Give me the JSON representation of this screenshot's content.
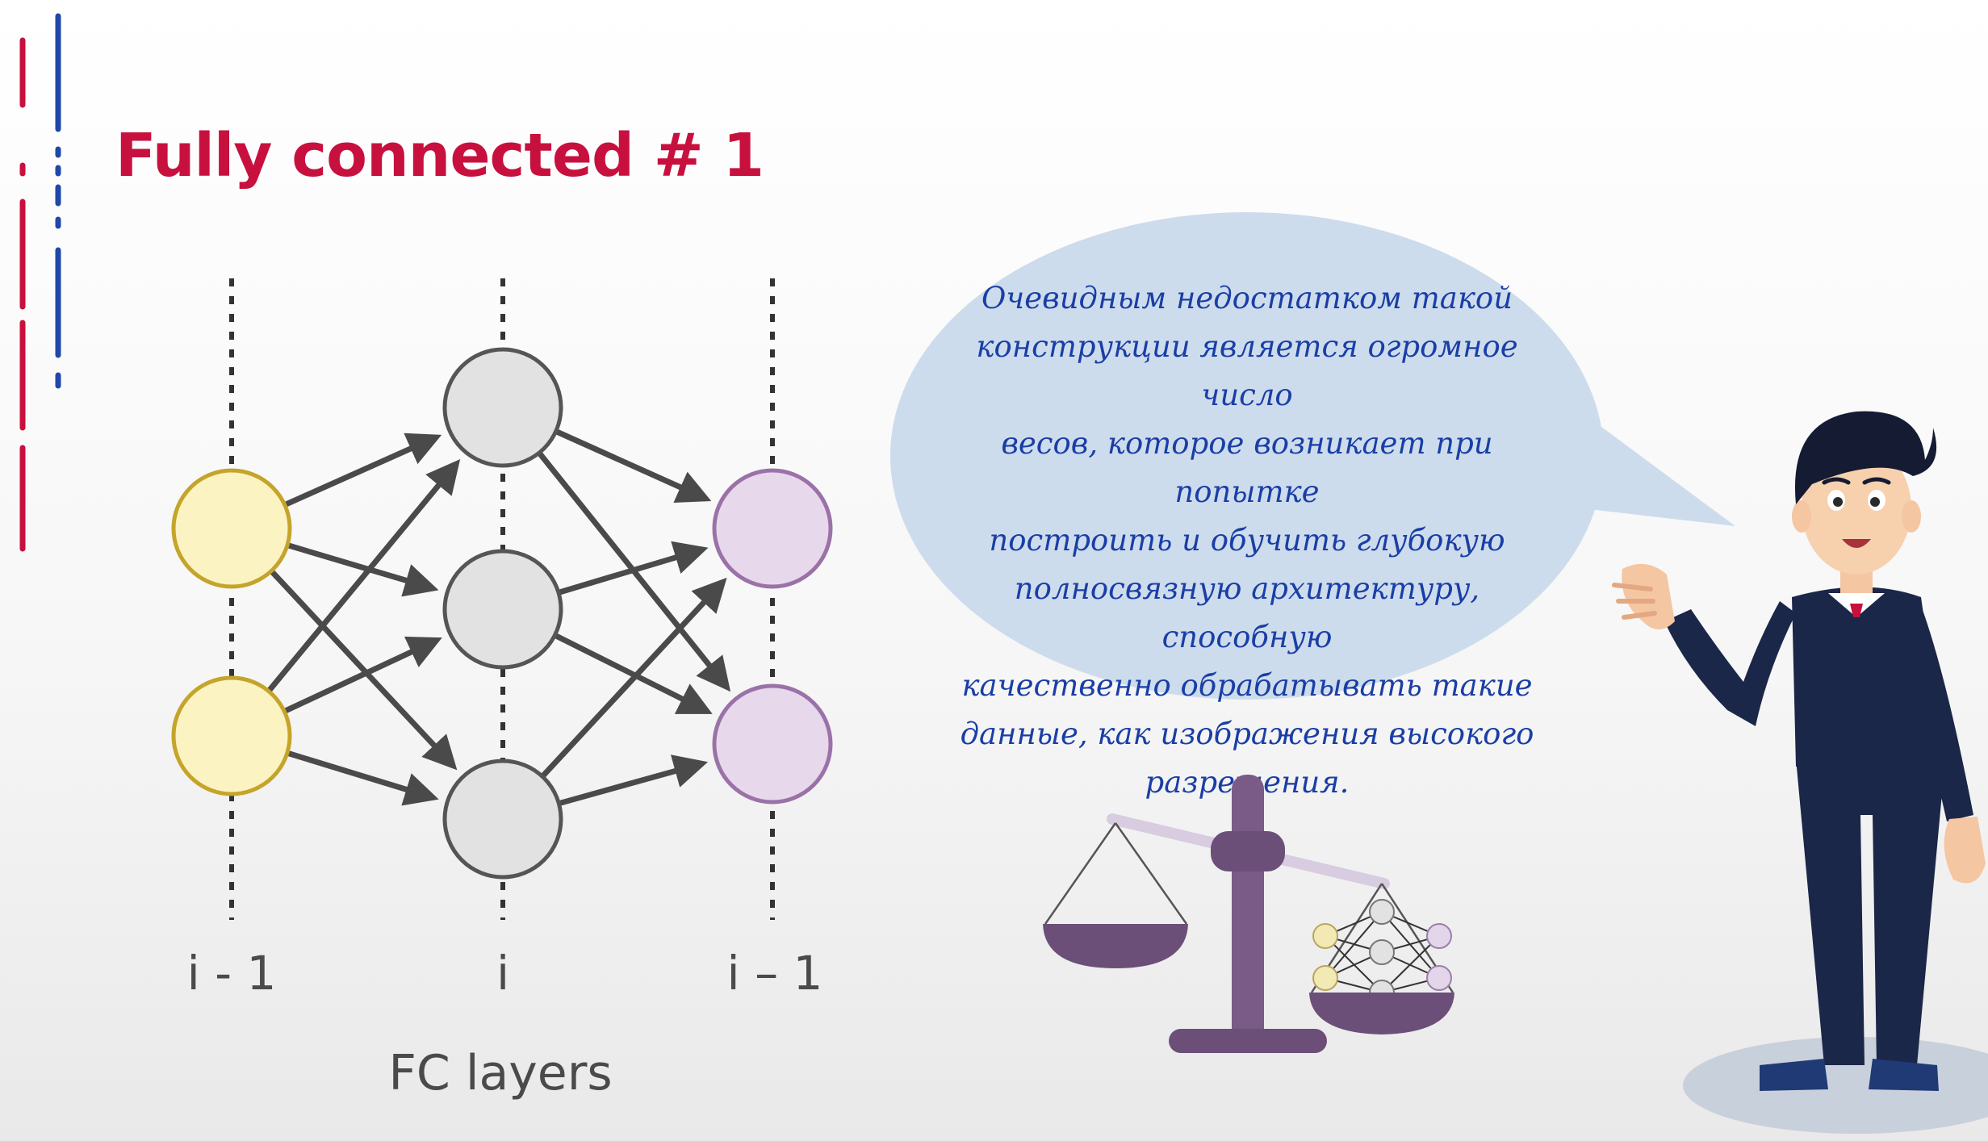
{
  "slide": {
    "title": "Fully connected # 1",
    "accent_color": "#c8103e",
    "secondary_color": "#1f48a8"
  },
  "diagram": {
    "column_labels": [
      "i - 1",
      "i",
      "i – 1"
    ],
    "caption": "FC layers",
    "layers": [
      {
        "nodes": 2,
        "fill": "#fbf3c2",
        "stroke": "#c4a42a"
      },
      {
        "nodes": 3,
        "fill": "#e2e2e2",
        "stroke": "#555555"
      },
      {
        "nodes": 2,
        "fill": "#e8d8ec",
        "stroke": "#9a72a8"
      }
    ],
    "edge_color": "#4a4a4a"
  },
  "speech_bubble": {
    "lines": [
      "Очевидным недостатком такой",
      "конструкции является огромное число",
      "весов, которое возникает при попытке",
      "построить и обучить глубокую",
      "полносвязную архитектуру, способную",
      "качественно обрабатывать такие",
      "данные, как изображения высокого",
      "разрешения."
    ],
    "fill": "#cddcec",
    "text_color": "#1a3ea6"
  },
  "illustration": {
    "scale_icon": "balance-scale-icon",
    "scale_color": "#7a5a86",
    "character_icon": "presenter-man-icon"
  }
}
